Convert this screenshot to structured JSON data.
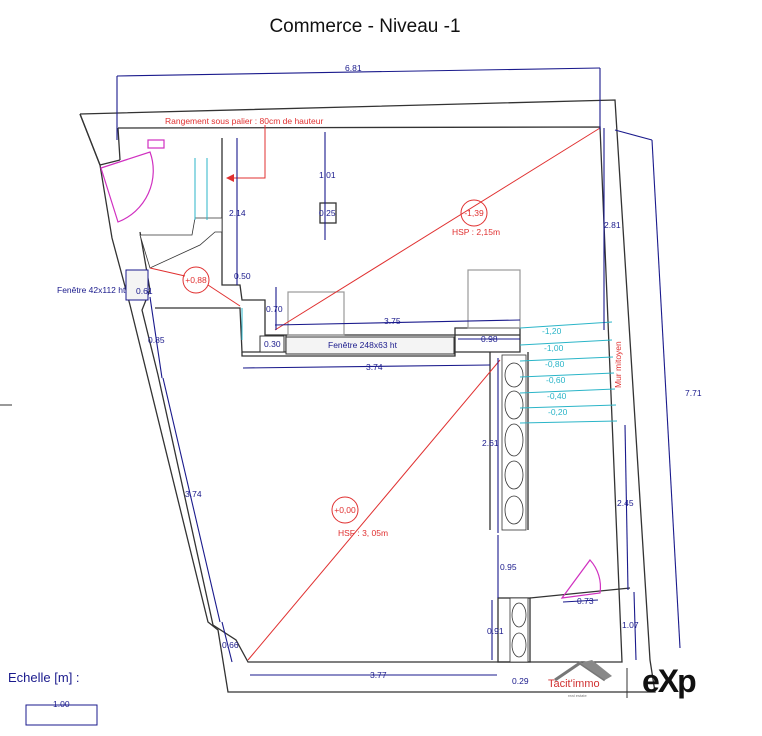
{
  "title": "Commerce - Niveau -1",
  "annotations": {
    "storage_note": "Rangement sous palier : 80cm de hauteur",
    "window_left": "Fenêtre 42x112 ht",
    "window_center": "Fenêtre 248x63 ht",
    "party_wall": "Mur mitoyen"
  },
  "levels": {
    "upper_room": {
      "level": "-1,39",
      "hsp": "HSP : 2,15m"
    },
    "landing": {
      "level": "+0,88"
    },
    "main_room": {
      "level": "+0,00",
      "hsp": "HSF : 3, 05m"
    }
  },
  "stairs": [
    "-1,20",
    "-1,00",
    "-0,80",
    "-0,60",
    "-0,40",
    "-0,20"
  ],
  "dimensions": {
    "top_overall": "6.81",
    "right_overall": "7.71",
    "d_1_01": "1.01",
    "d_0_25": "0.25",
    "d_2_14": "2.14",
    "d_2_81": "2.81",
    "d_0_50": "0.50",
    "d_0_70": "0.70",
    "d_0_61": "0.61",
    "d_0_85": "0.85",
    "d_3_75": "3.75",
    "d_0_30": "0.30",
    "d_0_98": "0.98",
    "d_3_74_h": "3.74",
    "d_2_61": "2.61",
    "d_3_74_v": "3.74",
    "d_2_45": "2.45",
    "d_0_95": "0.95",
    "d_0_73": "0.73",
    "d_0_91": "0.91",
    "d_1_07": "1.07",
    "d_0_66": "0.66",
    "d_3_77": "3.77",
    "d_0_29": "0.29"
  },
  "scale": {
    "label": "Echelle [m] :",
    "value": "1.00"
  },
  "logos": {
    "tacit": "Tacit'immo",
    "tacit_sub": "real estate",
    "exp": "eXp"
  }
}
